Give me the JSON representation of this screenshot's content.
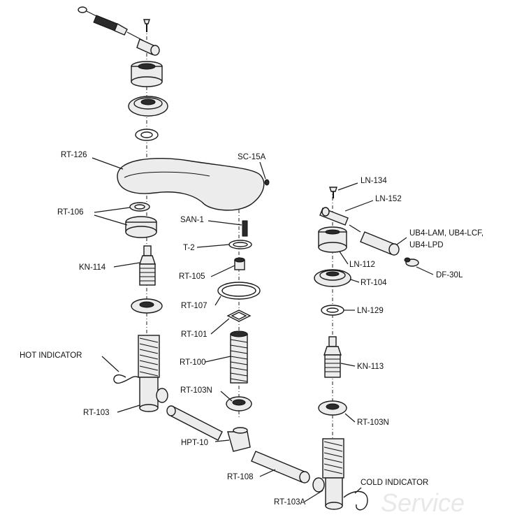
{
  "labels": {
    "rt126": "RT-126",
    "sc15a": "SC-15A",
    "rt106": "RT-106",
    "san1": "SAN-1",
    "t2": "T-2",
    "kn114": "KN-114",
    "rt105": "RT-105",
    "rt107": "RT-107",
    "rt101": "RT-101",
    "hot": "HOT INDICATOR",
    "rt100": "RT-100",
    "rt103n_left": "RT-103N",
    "rt103": "RT-103",
    "hpt10": "HPT-10",
    "rt108": "RT-108",
    "rt103a": "RT-103A",
    "cold": "COLD INDICATOR",
    "ln134": "LN-134",
    "ln152": "LN-152",
    "ub4_1": "UB4-LAM, UB4-LCF,",
    "ub4_2": "UB4-LPD",
    "ln112": "LN-112",
    "df30l": "DF-30L",
    "rt104": "RT-104",
    "ln129": "LN-129",
    "kn113": "KN-113",
    "rt103n_right": "RT-103N"
  },
  "watermark": "Service"
}
